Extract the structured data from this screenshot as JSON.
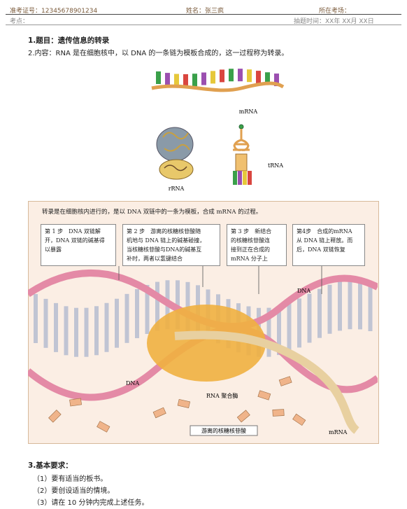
{
  "header": {
    "exam_no_label": "准考证号：",
    "exam_no_value": "12345678901234",
    "name_label": "姓名：",
    "name_value": "张三疯",
    "venue_label": "所在考场：",
    "venue_value": "",
    "point_label": "考点：",
    "draw_time": "抽题时间：XX年 XX月 XX日"
  },
  "title": "1.题目：遗传信息的转录",
  "content": "2.内容：RNA 是在细胞核中，以 DNA 的一条链为模板合成的，这一过程称为转录。",
  "figure1": {
    "mrna_label": "mRNA",
    "rrna_label": "rRNA",
    "trna_label": "tRNA",
    "colors": {
      "green": "#3aa04a",
      "purple": "#9b4fb0",
      "yellow": "#e6c83a",
      "red": "#d9463f",
      "strand": "#e0a050"
    }
  },
  "figure2": {
    "caption": "转录是在细胞核内进行的，是以 DNA 双链中的一条为模板，合成 mRNA 的过程。",
    "steps": [
      {
        "lines": [
          "第 1 步　DNA 双链解",
          "开，DNA 双链的碱基得",
          "以暴露"
        ]
      },
      {
        "lines": [
          "第 2 步　游离的核糖核苷酸随",
          "机地与 DNA 链上的碱基碰撞，",
          "当核糖核苷酸与DNA的碱基互",
          "补时，两者以氢键结合"
        ]
      },
      {
        "lines": [
          "第 3 步　新结合",
          "的核糖核苷酸连",
          "接到正在合成的",
          "mRNA 分子上"
        ]
      },
      {
        "lines": [
          "第4步　合成的mRNA",
          "从 DNA 链上释放。而",
          "后，DNA 双链恢复"
        ]
      }
    ],
    "dna_label_top": "DNA",
    "dna_label_left": "DNA",
    "polymerase_label": "RNA 聚合酶",
    "free_nucleotide_label": "游离的核糖核苷酸",
    "mrna_label": "mRNA",
    "colors": {
      "helix": "#e48aa6",
      "enzyme": "#f0b040",
      "rung": "#9aa8c8",
      "nucleotide": "#f0b48a"
    }
  },
  "requirements": {
    "title": "3.基本要求：",
    "items": [
      "（1）要有适当的板书。",
      "（2）要创设适当的情境。",
      "（3）请在 10 分钟内完成上述任务。"
    ]
  }
}
